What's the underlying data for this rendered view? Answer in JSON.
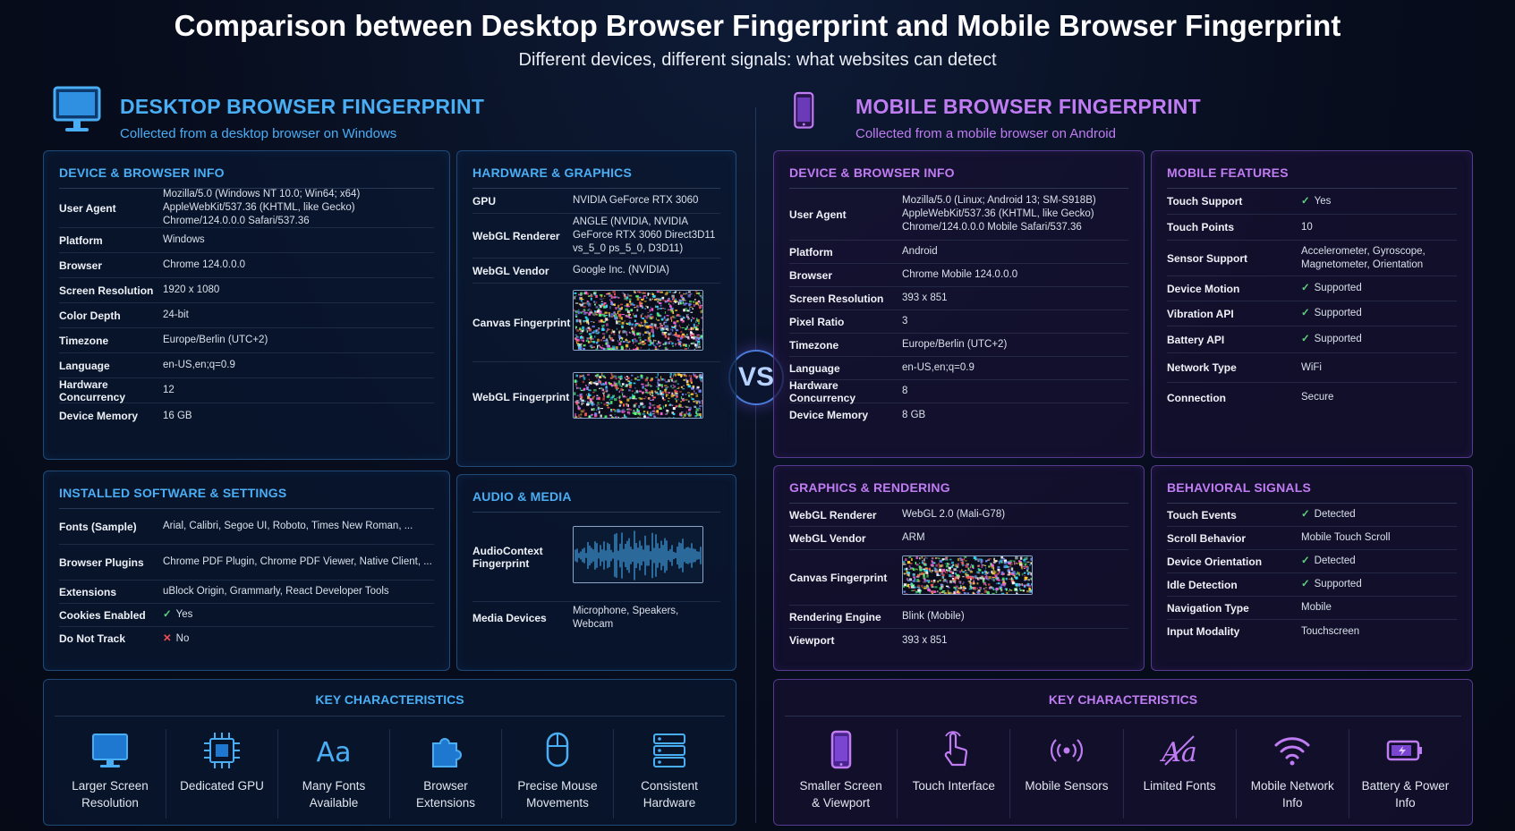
{
  "title": "Comparison between Desktop Browser Fingerprint and Mobile Browser Fingerprint",
  "subtitle": "Different devices, different signals: what websites can detect",
  "vs": "VS",
  "colors": {
    "desktop_accent": "#4aaef5",
    "mobile_accent": "#c07cf2",
    "check": "#5fd07a",
    "cross": "#f05050"
  },
  "desktop": {
    "header": {
      "title": "DESKTOP BROWSER FINGERPRINT",
      "subtitle": "Collected from a desktop browser on Windows",
      "icon": "desktop-monitor-icon"
    },
    "device_info": {
      "title": "DEVICE & BROWSER INFO",
      "rows": [
        {
          "k": "User Agent",
          "v": "Mozilla/5.0 (Windows NT 10.0; Win64; x64) AppleWebKit/537.36 (KHTML, like Gecko) Chrome/124.0.0.0 Safari/537.36"
        },
        {
          "k": "Platform",
          "v": "Windows"
        },
        {
          "k": "Browser",
          "v": "Chrome 124.0.0.0"
        },
        {
          "k": "Screen Resolution",
          "v": "1920 x 1080"
        },
        {
          "k": "Color Depth",
          "v": "24-bit"
        },
        {
          "k": "Timezone",
          "v": "Europe/Berlin (UTC+2)"
        },
        {
          "k": "Language",
          "v": "en-US,en;q=0.9"
        },
        {
          "k": "Hardware Concurrency",
          "v": "12"
        },
        {
          "k": "Device Memory",
          "v": "16 GB"
        }
      ]
    },
    "hardware": {
      "title": "HARDWARE & GRAPHICS",
      "rows": [
        {
          "k": "GPU",
          "v": "NVIDIA GeForce RTX 3060"
        },
        {
          "k": "WebGL Renderer",
          "v": "ANGLE (NVIDIA, NVIDIA GeForce RTX 3060 Direct3D11 vs_5_0 ps_5_0, D3D11)"
        },
        {
          "k": "WebGL Vendor",
          "v": "Google Inc. (NVIDIA)"
        },
        {
          "k": "Canvas Fingerprint",
          "v": ""
        },
        {
          "k": "WebGL Fingerprint",
          "v": ""
        }
      ]
    },
    "software": {
      "title": "INSTALLED SOFTWARE & SETTINGS",
      "rows": [
        {
          "k": "Fonts (Sample)",
          "v": "Arial, Calibri, Segoe UI, Roboto, Times New Roman, ..."
        },
        {
          "k": "Browser Plugins",
          "v": "Chrome PDF Plugin, Chrome PDF Viewer, Native Client, ..."
        },
        {
          "k": "Extensions",
          "v": "uBlock Origin, Grammarly, React Developer Tools"
        },
        {
          "k": "Cookies Enabled",
          "v": "Yes",
          "mark": "check"
        },
        {
          "k": "Do Not Track",
          "v": "No",
          "mark": "cross"
        }
      ]
    },
    "audio": {
      "title": "AUDIO & MEDIA",
      "rows": [
        {
          "k": "AudioContext Fingerprint",
          "v": ""
        },
        {
          "k": "Media Devices",
          "v": "Microphone, Speakers, Webcam"
        }
      ]
    },
    "key": {
      "title": "KEY CHARACTERISTICS",
      "items": [
        {
          "label": "Larger Screen\nResolution",
          "icon": "monitor-icon"
        },
        {
          "label": "Dedicated GPU",
          "icon": "gpu-chip-icon"
        },
        {
          "label": "Many Fonts\nAvailable",
          "icon": "font-aa-icon"
        },
        {
          "label": "Browser\nExtensions",
          "icon": "puzzle-piece-icon"
        },
        {
          "label": "Precise Mouse\nMovements",
          "icon": "mouse-icon"
        },
        {
          "label": "Consistent\nHardware",
          "icon": "server-icon"
        }
      ]
    }
  },
  "mobile": {
    "header": {
      "title": "MOBILE BROWSER FINGERPRINT",
      "subtitle": "Collected from a mobile browser on Android",
      "icon": "smartphone-icon"
    },
    "device_info": {
      "title": "DEVICE & BROWSER INFO",
      "rows": [
        {
          "k": "User Agent",
          "v": "Mozilla/5.0 (Linux; Android 13; SM-S918B) AppleWebKit/537.36 (KHTML, like Gecko) Chrome/124.0.0.0 Mobile Safari/537.36"
        },
        {
          "k": "Platform",
          "v": "Android"
        },
        {
          "k": "Browser",
          "v": "Chrome Mobile 124.0.0.0"
        },
        {
          "k": "Screen Resolution",
          "v": "393 x 851"
        },
        {
          "k": "Pixel Ratio",
          "v": "3"
        },
        {
          "k": "Timezone",
          "v": "Europe/Berlin (UTC+2)"
        },
        {
          "k": "Language",
          "v": "en-US,en;q=0.9"
        },
        {
          "k": "Hardware Concurrency",
          "v": "8"
        },
        {
          "k": "Device Memory",
          "v": "8 GB"
        }
      ]
    },
    "features": {
      "title": "MOBILE FEATURES",
      "rows": [
        {
          "k": "Touch Support",
          "v": "Yes",
          "mark": "check"
        },
        {
          "k": "Touch Points",
          "v": "10"
        },
        {
          "k": "Sensor Support",
          "v": "Accelerometer, Gyroscope, Magnetometer, Orientation"
        },
        {
          "k": "Device Motion",
          "v": "Supported",
          "mark": "check"
        },
        {
          "k": "Vibration API",
          "v": "Supported",
          "mark": "check"
        },
        {
          "k": "Battery API",
          "v": "Supported",
          "mark": "check"
        },
        {
          "k": "Network Type",
          "v": "WiFi"
        },
        {
          "k": "Connection",
          "v": "Secure"
        }
      ]
    },
    "graphics": {
      "title": "GRAPHICS & RENDERING",
      "rows": [
        {
          "k": "WebGL Renderer",
          "v": "WebGL 2.0 (Mali-G78)"
        },
        {
          "k": "WebGL Vendor",
          "v": "ARM"
        },
        {
          "k": "Canvas Fingerprint",
          "v": ""
        },
        {
          "k": "Rendering Engine",
          "v": "Blink (Mobile)"
        },
        {
          "k": "Viewport",
          "v": "393 x 851"
        }
      ]
    },
    "behavior": {
      "title": "BEHAVIORAL SIGNALS",
      "rows": [
        {
          "k": "Touch Events",
          "v": "Detected",
          "mark": "check"
        },
        {
          "k": "Scroll Behavior",
          "v": "Mobile Touch Scroll"
        },
        {
          "k": "Device Orientation",
          "v": "Detected",
          "mark": "check"
        },
        {
          "k": "Idle Detection",
          "v": "Supported",
          "mark": "check"
        },
        {
          "k": "Navigation Type",
          "v": "Mobile"
        },
        {
          "k": "Input Modality",
          "v": "Touchscreen"
        }
      ]
    },
    "key": {
      "title": "KEY CHARACTERISTICS",
      "items": [
        {
          "label": "Smaller Screen\n& Viewport",
          "icon": "phone-icon"
        },
        {
          "label": "Touch Interface",
          "icon": "touch-hand-icon"
        },
        {
          "label": "Mobile Sensors",
          "icon": "sensor-waves-icon"
        },
        {
          "label": "Limited Fonts",
          "icon": "font-limited-icon"
        },
        {
          "label": "Mobile Network\nInfo",
          "icon": "wifi-icon"
        },
        {
          "label": "Battery & Power\nInfo",
          "icon": "battery-icon"
        }
      ]
    }
  }
}
